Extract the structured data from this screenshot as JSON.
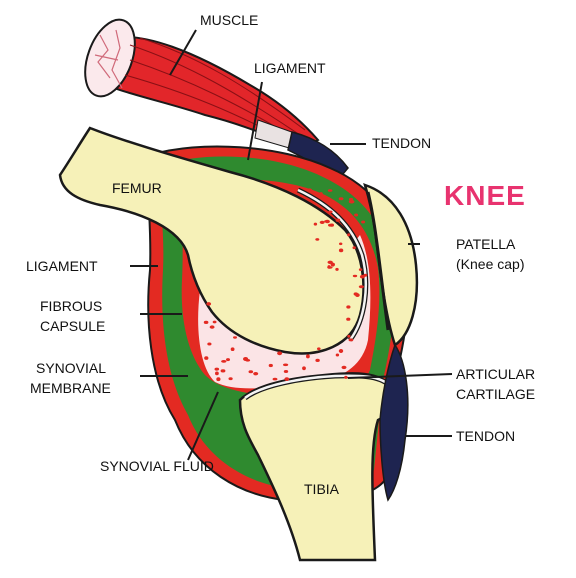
{
  "title": "KNEE",
  "colors": {
    "title": "#e8336f",
    "bone": "#f6f1b8",
    "muscle": "#e2262a",
    "ligament": "#e32a22",
    "capsule": "#2f8a2f",
    "tendon": "#1e2450",
    "fluid_dots": "#e32a22",
    "outline": "#1a1a1a"
  },
  "labels": {
    "muscle": "MUSCLE",
    "ligament_top": "LIGAMENT",
    "tendon_top": "TENDON",
    "femur": "FEMUR",
    "patella": "PATELLA",
    "patella_sub": "(Knee cap)",
    "ligament_left": "LIGAMENT",
    "fibrous": "FIBROUS",
    "capsule": "CAPSULE",
    "synovial_membrane_1": "SYNOVIAL",
    "synovial_membrane_2": "MEMBRANE",
    "articular_1": "ARTICULAR",
    "articular_2": "CARTILAGE",
    "tendon_bottom": "TENDON",
    "synovial_fluid": "SYNOVIAL FLUID",
    "tibia": "TIBIA"
  }
}
